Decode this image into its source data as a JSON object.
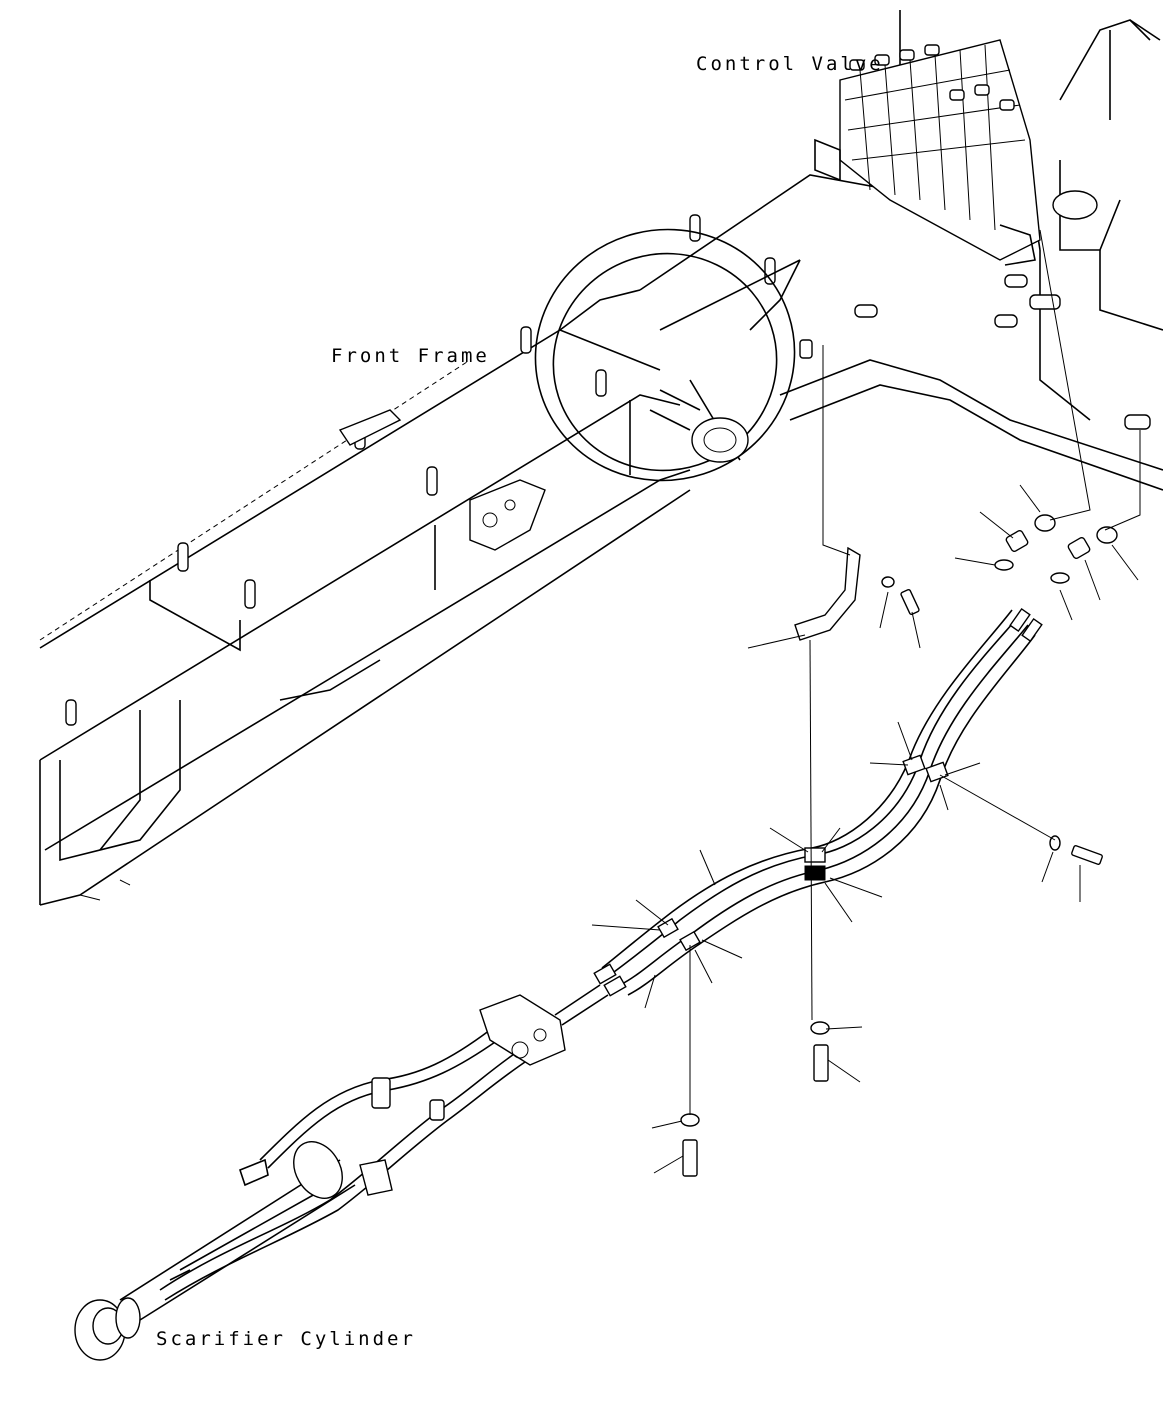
{
  "labels": {
    "control_valve": "Control Valve",
    "front_frame": "Front Frame",
    "scarifier_cylinder": "Scarifier Cylinder"
  },
  "callout_count": 30
}
